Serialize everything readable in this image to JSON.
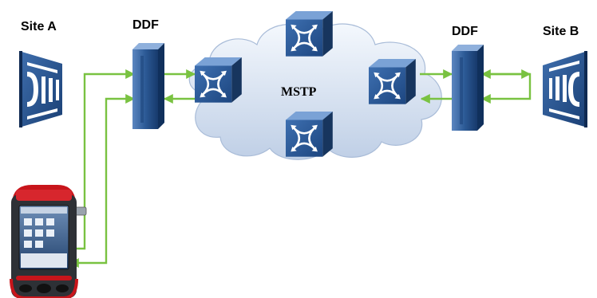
{
  "labels": {
    "site_a": "Site A",
    "site_b": "Site B",
    "ddf_left": "DDF",
    "ddf_right": "DDF",
    "network": "MSTP"
  },
  "icons": {
    "site_a": "site-terminal-icon",
    "site_b": "site-terminal-icon",
    "ddf_left": "ddf-rack-icon",
    "ddf_right": "ddf-rack-icon",
    "switch": "cross-connect-switch-icon",
    "tester": "handheld-tester-icon",
    "cloud": "cloud-icon"
  },
  "colors": {
    "link_green": "#79c241",
    "device_blue": "#2a5d9a",
    "device_dark": "#17355e",
    "cloud_light": "#e6eef8",
    "tester_red": "#c8151b"
  }
}
